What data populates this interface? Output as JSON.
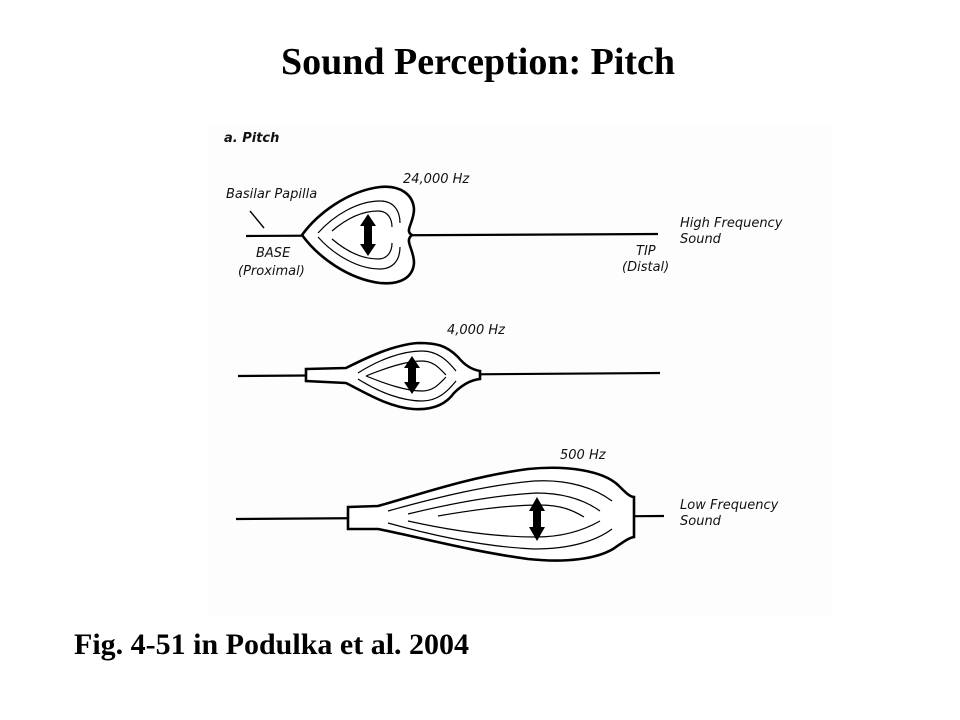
{
  "slide": {
    "title": "Sound Perception: Pitch",
    "caption": "Fig. 4-51 in Podulka et al. 2004"
  },
  "figure": {
    "panel_label": "a. Pitch",
    "structure_label": "Basilar Papilla",
    "base_label_1": "BASE",
    "base_label_2": "(Proximal)",
    "tip_label_1": "TIP",
    "tip_label_2": "(Distal)",
    "panels": [
      {
        "frequency": "24,000 Hz",
        "sound_label_1": "High Frequency",
        "sound_label_2": "Sound"
      },
      {
        "frequency": "4,000 Hz",
        "sound_label_1": "",
        "sound_label_2": ""
      },
      {
        "frequency": "500 Hz",
        "sound_label_1": "Low Frequency",
        "sound_label_2": "Sound"
      }
    ]
  }
}
